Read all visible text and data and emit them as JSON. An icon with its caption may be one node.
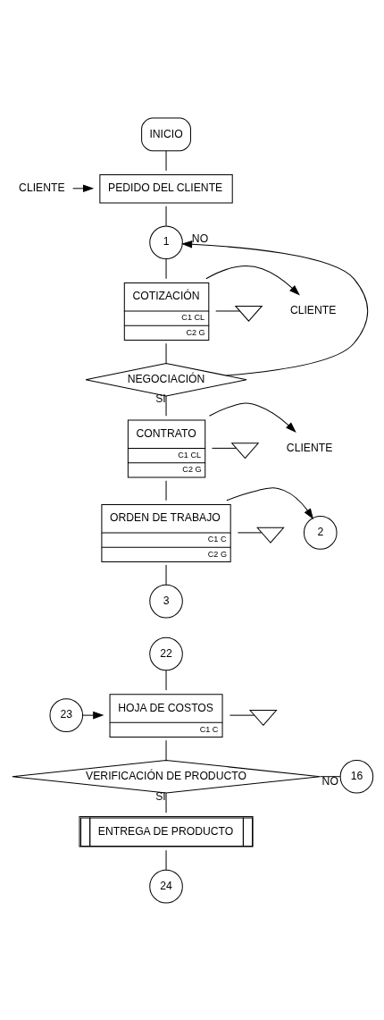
{
  "diagram": {
    "nodes": [
      {
        "text": [
          "INICIO"
        ]
      },
      {
        "text": [
          "PEDIDO DEL CLIENTE"
        ]
      },
      {
        "text": [
          "CLIENTE"
        ]
      },
      {
        "text": [
          "1"
        ]
      },
      {
        "text": [
          "COTIZACIÓN",
          "C1 CL",
          "C2 G"
        ]
      },
      {
        "text": [
          "CLIENTE"
        ]
      },
      {
        "text": [],
        "shape": "triangle"
      },
      {
        "text": [
          "NEGOCIACIÓN"
        ]
      },
      {
        "text": [
          "CONTRATO",
          "C1 CL",
          "C2 G"
        ]
      },
      {
        "text": [
          "CLIENTE"
        ]
      },
      {
        "text": [],
        "shape": "triangle"
      },
      {
        "text": [
          "ORDEN DE TRABAJO",
          "C1 C",
          "C2 G"
        ]
      },
      {
        "text": [
          "2"
        ]
      },
      {
        "text": [],
        "shape": "triangle"
      },
      {
        "text": [
          "3"
        ]
      },
      {
        "text": [
          "22"
        ]
      },
      {
        "text": [
          "HOJA DE COSTOS",
          "C1 C"
        ]
      },
      {
        "text": [
          "23"
        ]
      },
      {
        "text": [],
        "shape": "triangle"
      },
      {
        "text": [
          "VERIFICACIÓN DE PRODUCTO"
        ]
      },
      {
        "text": [
          "16"
        ]
      },
      {
        "text": [
          "ENTREGA DE PRODUCTO"
        ]
      },
      {
        "text": [
          "24"
        ]
      }
    ],
    "edges": [
      {
        "from": 0,
        "to": 1,
        "arrow": "none"
      },
      {
        "from": 2,
        "to": 1,
        "arrow": "to"
      },
      {
        "from": 1,
        "to": 3,
        "arrow": "none"
      },
      {
        "from": 3,
        "to": 4,
        "arrow": "none"
      },
      {
        "from": 4,
        "to": 5,
        "arrow": "to"
      },
      {
        "from": 4,
        "to": 6,
        "arrow": "none"
      },
      {
        "from": 4,
        "to": 7,
        "arrow": "none"
      },
      {
        "from": 7,
        "to": 3,
        "arrow": "to",
        "label": "NO"
      },
      {
        "from": 7,
        "to": 8,
        "arrow": "none",
        "label": "SI"
      },
      {
        "from": 8,
        "to": 9,
        "arrow": "to"
      },
      {
        "from": 8,
        "to": 10,
        "arrow": "none"
      },
      {
        "from": 8,
        "to": 11,
        "arrow": "none"
      },
      {
        "from": 11,
        "to": 12,
        "arrow": "to"
      },
      {
        "from": 11,
        "to": 13,
        "arrow": "none"
      },
      {
        "from": 11,
        "to": 14,
        "arrow": "none"
      },
      {
        "from": 15,
        "to": 16,
        "arrow": "none"
      },
      {
        "from": 17,
        "to": 16,
        "arrow": "to"
      },
      {
        "from": 16,
        "to": 18,
        "arrow": "none"
      },
      {
        "from": 16,
        "to": 19,
        "arrow": "none"
      },
      {
        "from": 19,
        "to": 20,
        "arrow": "none",
        "label": "NO"
      },
      {
        "from": 19,
        "to": 21,
        "arrow": "none",
        "label": "SI"
      },
      {
        "from": 21,
        "to": 22,
        "arrow": "none"
      }
    ]
  }
}
